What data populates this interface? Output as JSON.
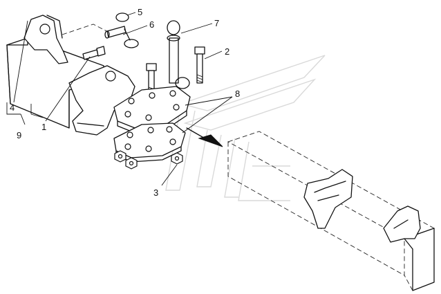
{
  "callouts": {
    "c1": "1",
    "c2": "2",
    "c3": "3",
    "c4": "4",
    "c5": "5",
    "c6": "6",
    "c7": "7",
    "c8": "8",
    "c9": "9"
  },
  "colors": {
    "line": "#111111",
    "watermark": "#d9d9d9",
    "background": "#ffffff"
  }
}
